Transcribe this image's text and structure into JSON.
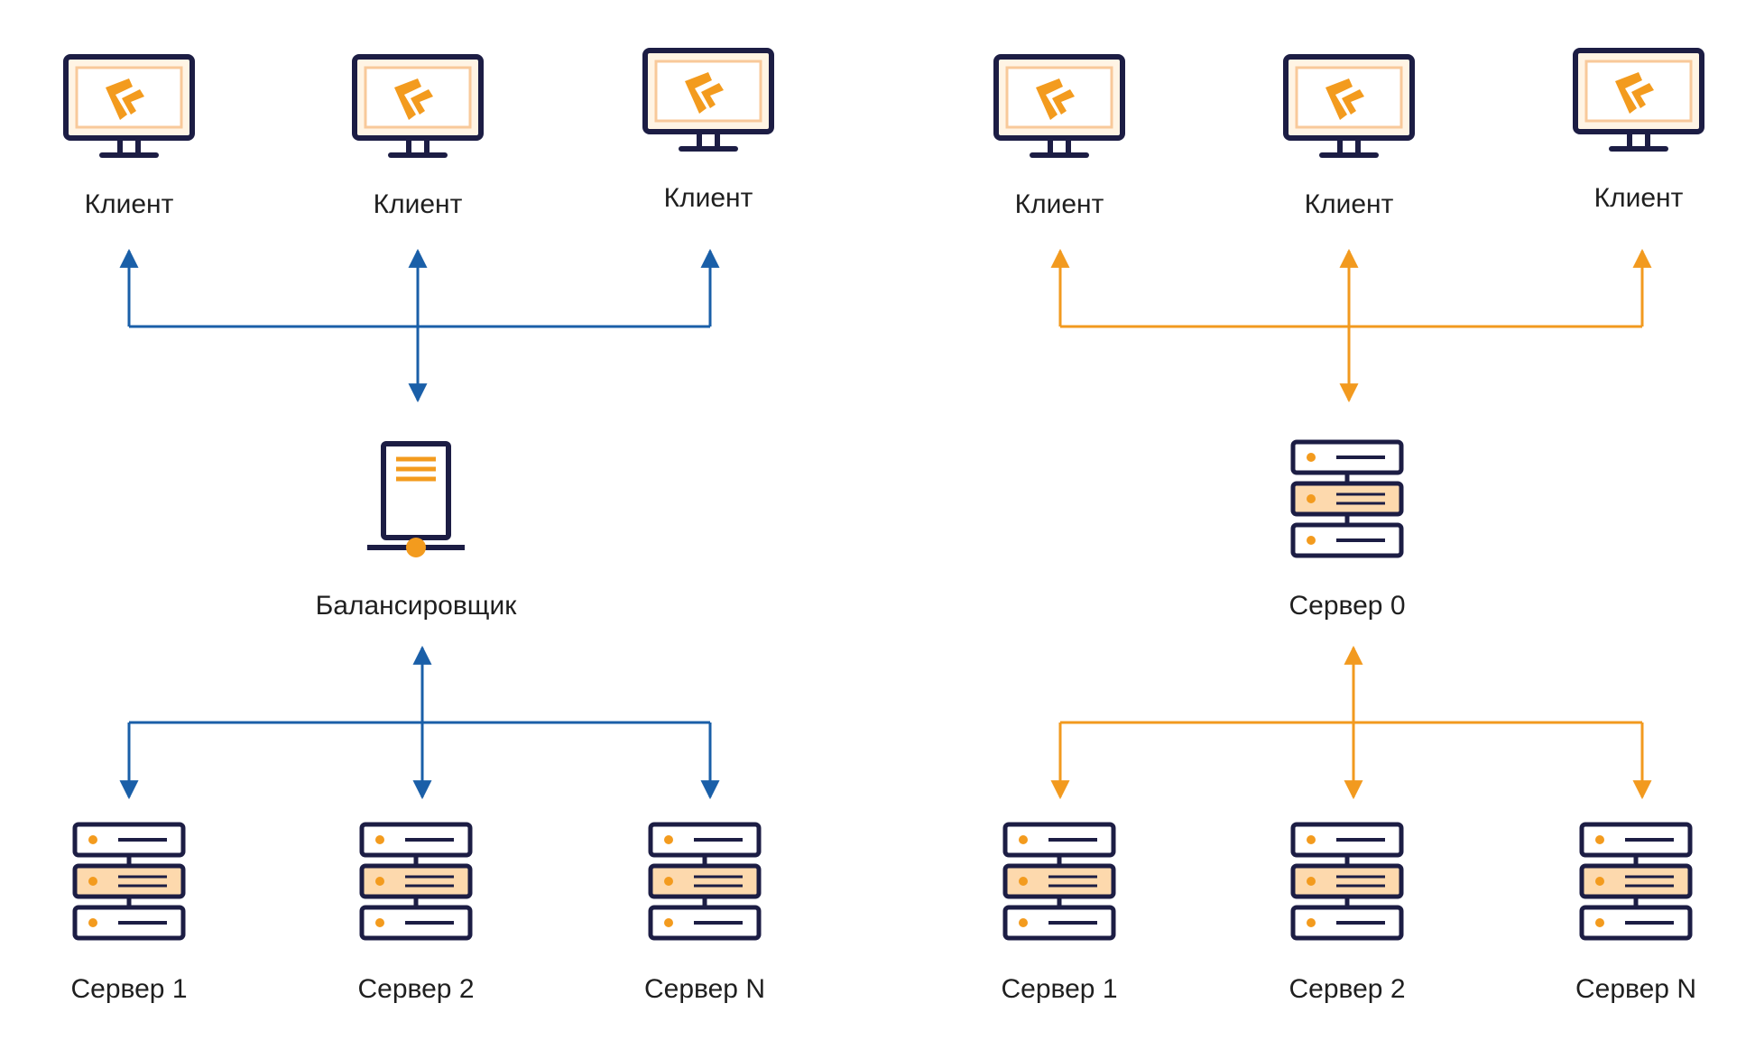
{
  "colors": {
    "blue": "#1a5fa8",
    "orange": "#f29a1f",
    "navy": "#1c1d44",
    "peach": "#fdd9ad",
    "cream": "#fff4e4",
    "logo": "#f39b1e",
    "label": "#1f1f1f"
  },
  "left_diagram": {
    "clients": [
      {
        "label": "Клиент",
        "icon": "monitor-logo-icon"
      },
      {
        "label": "Клиент",
        "icon": "monitor-logo-icon"
      },
      {
        "label": "Клиент",
        "icon": "monitor-logo-icon"
      }
    ],
    "hub": {
      "label": "Балансировщик",
      "icon": "load-balancer-icon"
    },
    "servers": [
      {
        "label": "Сервер 1",
        "icon": "server-rack-icon"
      },
      {
        "label": "Сервер 2",
        "icon": "server-rack-icon"
      },
      {
        "label": "Сервер N",
        "icon": "server-rack-icon"
      }
    ]
  },
  "right_diagram": {
    "clients": [
      {
        "label": "Клиент",
        "icon": "monitor-logo-icon"
      },
      {
        "label": "Клиент",
        "icon": "monitor-logo-icon"
      },
      {
        "label": "Клиент",
        "icon": "monitor-logo-icon"
      }
    ],
    "hub": {
      "label": "Сервер 0",
      "icon": "server-rack-icon"
    },
    "servers": [
      {
        "label": "Сервер 1",
        "icon": "server-rack-icon"
      },
      {
        "label": "Сервер 2",
        "icon": "server-rack-icon"
      },
      {
        "label": "Сервер N",
        "icon": "server-rack-icon"
      }
    ]
  }
}
